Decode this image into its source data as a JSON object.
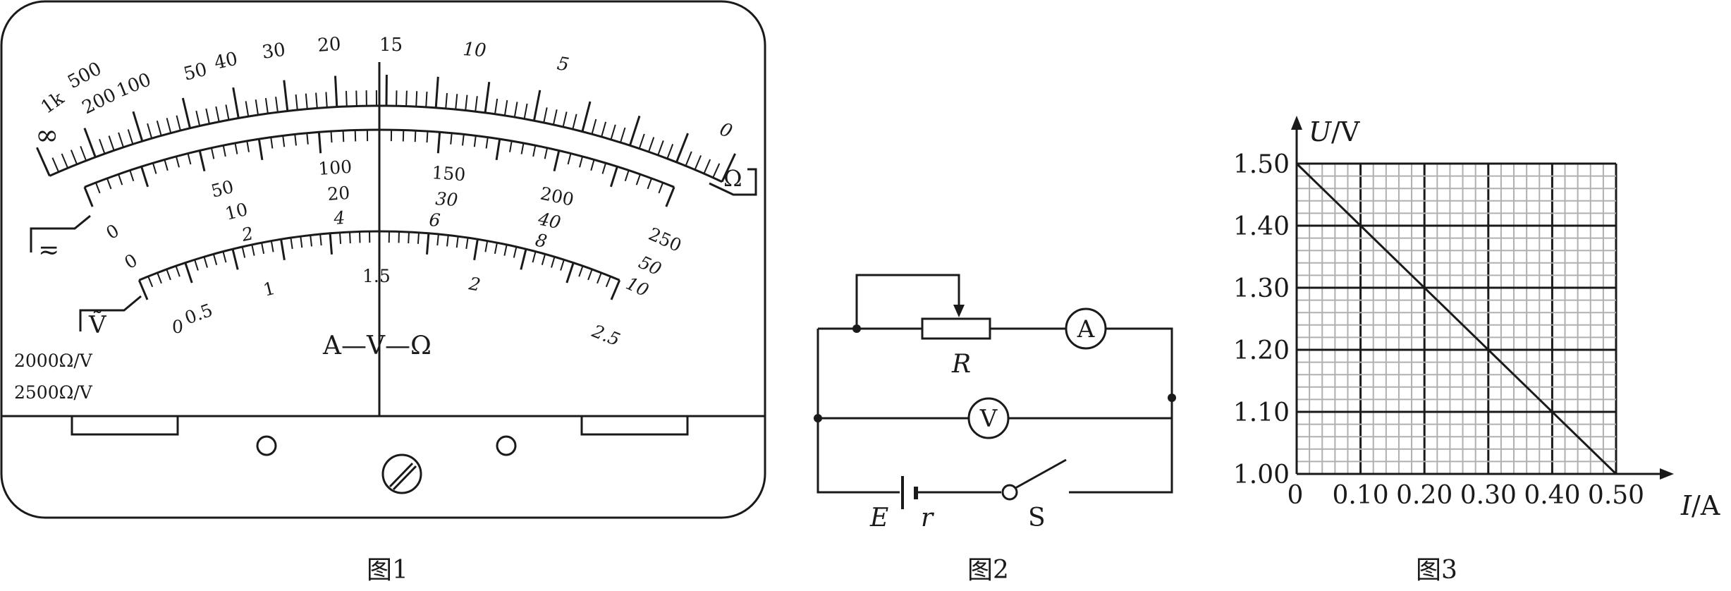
{
  "figure1": {
    "caption": "图1",
    "ohm_scale": {
      "labels": [
        "∞",
        "1k",
        "500",
        "200",
        "100",
        "50",
        "40",
        "30",
        "20",
        "15",
        "10",
        "5",
        "0"
      ],
      "unit_symbol": "Ω"
    },
    "dc_scale": {
      "symbol": "≂",
      "outer_labels": [
        "0",
        "50",
        "100",
        "150",
        "200",
        "250"
      ],
      "middle_labels": [
        "0",
        "10",
        "20",
        "30",
        "40",
        "50"
      ],
      "inner_labels": [
        "0",
        "2",
        "4",
        "6",
        "8",
        "10"
      ]
    },
    "ac_scale": {
      "symbol": "Ṽ",
      "outer_labels": [
        "0",
        "1",
        "1.5",
        "2",
        "2.5"
      ],
      "small_label": "0.5"
    },
    "meter_type": "A—V—Ω",
    "sensitivity": [
      "2000Ω/V",
      "2500Ω/V"
    ]
  },
  "figure2": {
    "caption": "图2",
    "rheostat_label": "R",
    "ammeter_label": "A",
    "voltmeter_label": "V",
    "emf_label": "E",
    "internal_resistance_label": "r",
    "switch_label": "S"
  },
  "figure3": {
    "caption": "图3"
  },
  "chart_data": {
    "type": "line",
    "xlabel": "I/A",
    "ylabel": "U/V",
    "x_ticks": [
      "0",
      "0.10",
      "0.20",
      "0.30",
      "0.40",
      "0.50"
    ],
    "y_ticks": [
      "1.00",
      "1.10",
      "1.20",
      "1.30",
      "1.40",
      "1.50"
    ],
    "xlim": [
      0,
      0.5
    ],
    "ylim": [
      1.0,
      1.5
    ],
    "grid": true,
    "series": [
      {
        "points": [
          [
            0,
            1.5
          ],
          [
            0.5,
            1.0
          ]
        ]
      }
    ]
  }
}
